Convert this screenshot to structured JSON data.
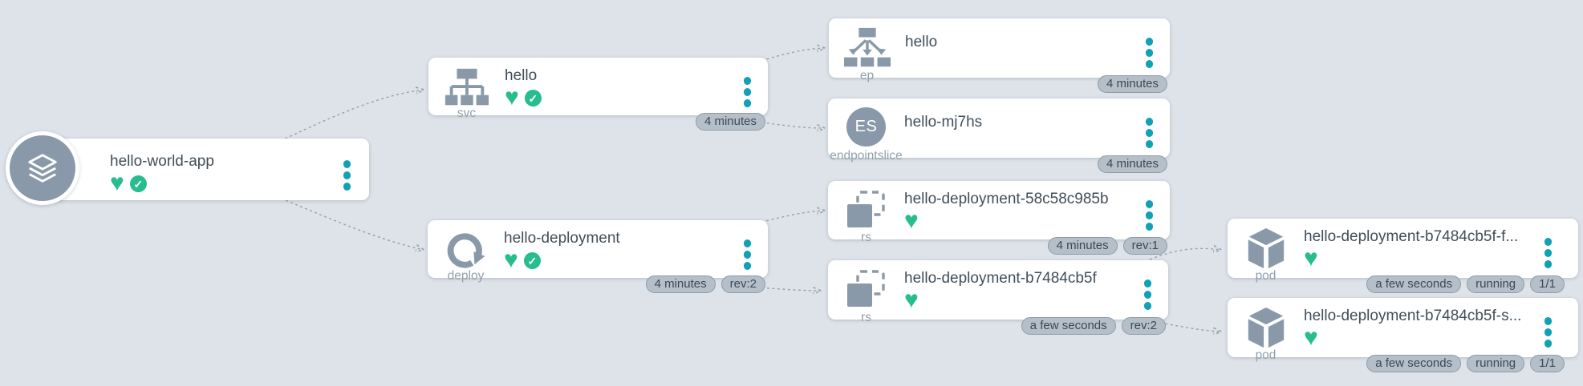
{
  "app": {
    "view": "kubernetes-resource-map",
    "background": "#dee3e9"
  },
  "colors": {
    "card": "#ffffff",
    "icon_grey": "#8a99a9",
    "menu_teal": "#11a1b7",
    "healthy_green": "#27bd8e",
    "badge_bg": "#b5bfc9",
    "badge_border": "#8f9ba7",
    "badge_text": "#3d4853",
    "title_text": "#414e59",
    "kind_text": "#93a1af",
    "edge": "#97a1ab"
  },
  "icons": {
    "heart": "♥",
    "check": "✓"
  },
  "nodes": [
    {
      "id": "root",
      "kind": "",
      "title": "hello-world-app",
      "status": [
        "healthy",
        "ready"
      ],
      "badges": []
    },
    {
      "id": "svc",
      "kind": "svc",
      "title": "hello",
      "status": [
        "healthy",
        "ready"
      ],
      "badges": [
        "4 minutes"
      ]
    },
    {
      "id": "ep",
      "kind": "ep",
      "title": "hello",
      "status": [],
      "badges": [
        "4 minutes"
      ]
    },
    {
      "id": "es",
      "kind": "endpointslice",
      "title": "hello-mj7hs",
      "avatar_text": "ES",
      "status": [],
      "badges": [
        "4 minutes"
      ]
    },
    {
      "id": "deploy",
      "kind": "deploy",
      "title": "hello-deployment",
      "status": [
        "healthy",
        "ready"
      ],
      "badges": [
        "4 minutes",
        "rev:2"
      ]
    },
    {
      "id": "rs1",
      "kind": "rs",
      "title": "hello-deployment-58c58c985b",
      "status": [
        "healthy"
      ],
      "badges": [
        "4 minutes",
        "rev:1"
      ]
    },
    {
      "id": "rs2",
      "kind": "rs",
      "title": "hello-deployment-b7484cb5f",
      "status": [
        "healthy"
      ],
      "badges": [
        "a few seconds",
        "rev:2"
      ]
    },
    {
      "id": "pod1",
      "kind": "pod",
      "title": "hello-deployment-b7484cb5f-f...",
      "status": [
        "healthy"
      ],
      "badges": [
        "a few seconds",
        "running",
        "1/1"
      ]
    },
    {
      "id": "pod2",
      "kind": "pod",
      "title": "hello-deployment-b7484cb5f-s...",
      "status": [
        "healthy"
      ],
      "badges": [
        "a few seconds",
        "running",
        "1/1"
      ]
    }
  ],
  "edges": [
    {
      "from": "root",
      "to": "svc"
    },
    {
      "from": "root",
      "to": "deploy"
    },
    {
      "from": "svc",
      "to": "ep"
    },
    {
      "from": "svc",
      "to": "es"
    },
    {
      "from": "deploy",
      "to": "rs1"
    },
    {
      "from": "deploy",
      "to": "rs2"
    },
    {
      "from": "rs2",
      "to": "pod1"
    },
    {
      "from": "rs2",
      "to": "pod2"
    }
  ]
}
